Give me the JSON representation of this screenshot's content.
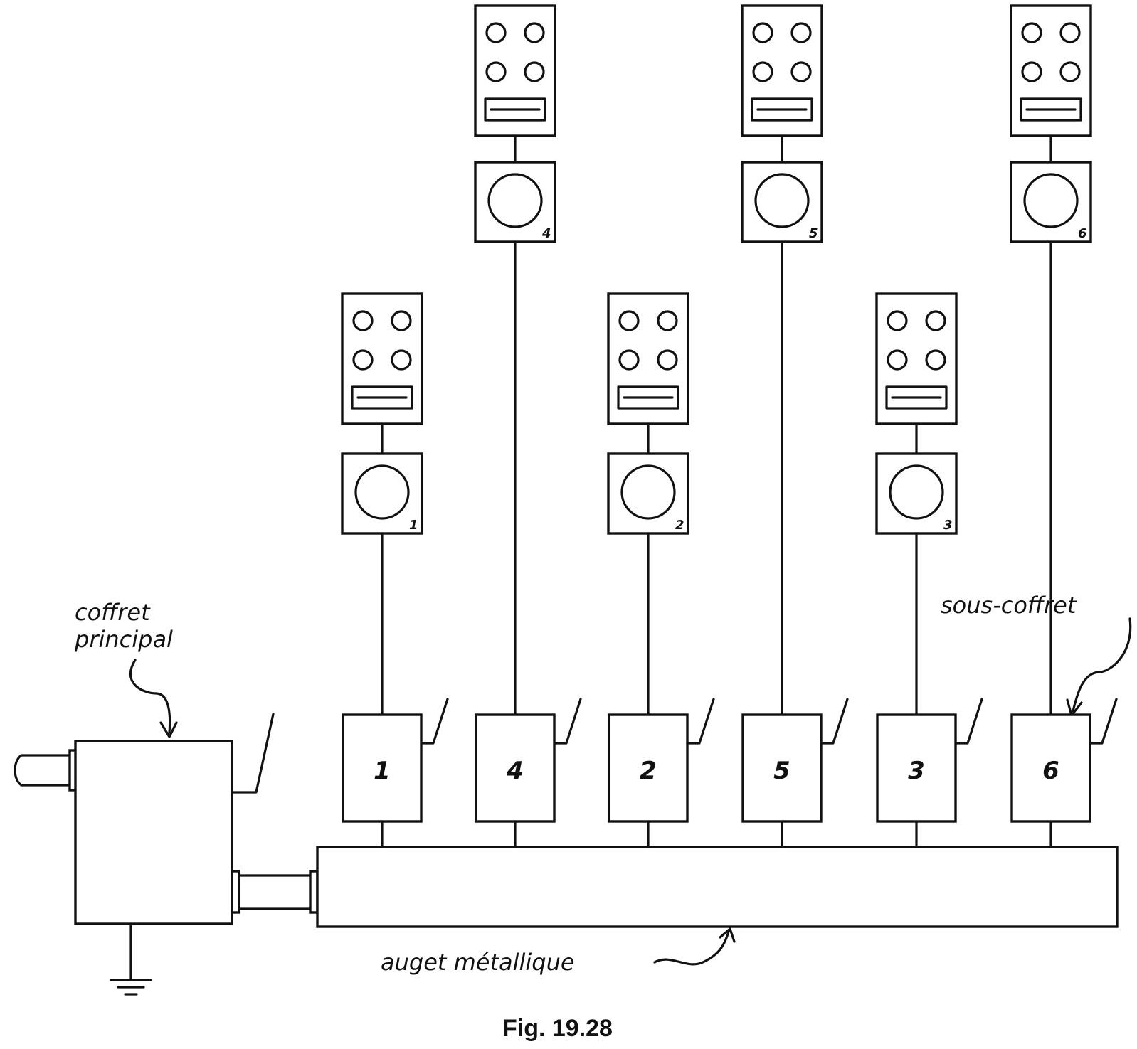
{
  "labels": {
    "main_box": [
      "coffret",
      "principal"
    ],
    "sub_box": "sous-coffret",
    "trough": "auget métallique"
  },
  "caption": "Fig. 19.28",
  "sub_boxes": [
    "1",
    "4",
    "2",
    "5",
    "3",
    "6"
  ],
  "meter_numbers": [
    "1",
    "4",
    "2",
    "5",
    "3",
    "6"
  ],
  "colors": {
    "ink": "#111111",
    "paper": "#ffffff"
  }
}
